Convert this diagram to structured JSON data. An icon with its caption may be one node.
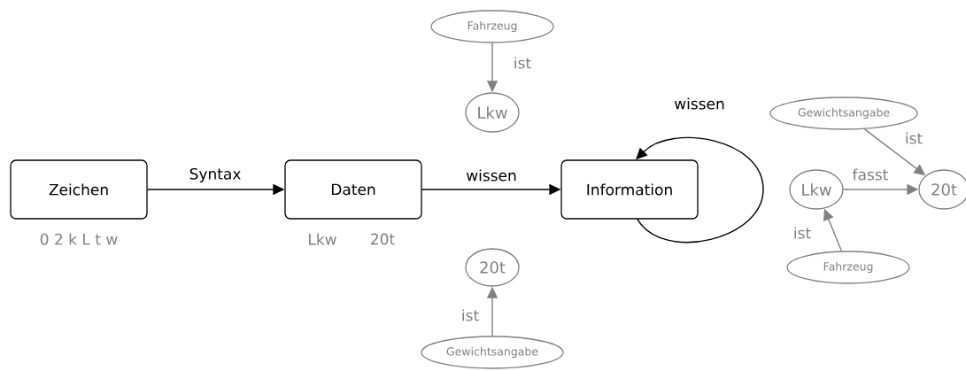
{
  "diagram": {
    "nodes": [
      {
        "text": [
          "Zeichen"
        ],
        "beside": [
          "0 2 k L t w"
        ]
      },
      {
        "text": [
          "Daten"
        ],
        "beside": [
          "Lkw",
          "20t"
        ]
      },
      {
        "text": [
          "Information"
        ]
      },
      {
        "text": [
          "Fahrzeug"
        ]
      },
      {
        "text": [
          "Lkw"
        ]
      },
      {
        "text": [
          "20t"
        ]
      },
      {
        "text": [
          "Gewichtsangabe"
        ]
      },
      {
        "text": [
          "Gewichtsangabe"
        ]
      },
      {
        "text": [
          "Lkw"
        ]
      },
      {
        "text": [
          "20t"
        ]
      },
      {
        "text": [
          "Fahrzeug"
        ]
      }
    ],
    "edges": [
      {
        "from": 0,
        "to": 1,
        "arrow": "to",
        "label": "Syntax",
        "color": "#000000"
      },
      {
        "from": 1,
        "to": 2,
        "arrow": "to",
        "label": "wissen",
        "color": "#000000"
      },
      {
        "from": 2,
        "to": 2,
        "arrow": "to",
        "label": "wissen",
        "color": "#000000"
      },
      {
        "from": 3,
        "to": 4,
        "arrow": "to",
        "label": "ist"
      },
      {
        "from": 6,
        "to": 5,
        "arrow": "to",
        "label": "ist"
      },
      {
        "from": 7,
        "to": 9,
        "arrow": "to",
        "label": "ist"
      },
      {
        "from": 8,
        "to": 9,
        "arrow": "to",
        "label": "fasst"
      },
      {
        "from": 10,
        "to": 8,
        "arrow": "to",
        "label": "ist"
      }
    ]
  }
}
